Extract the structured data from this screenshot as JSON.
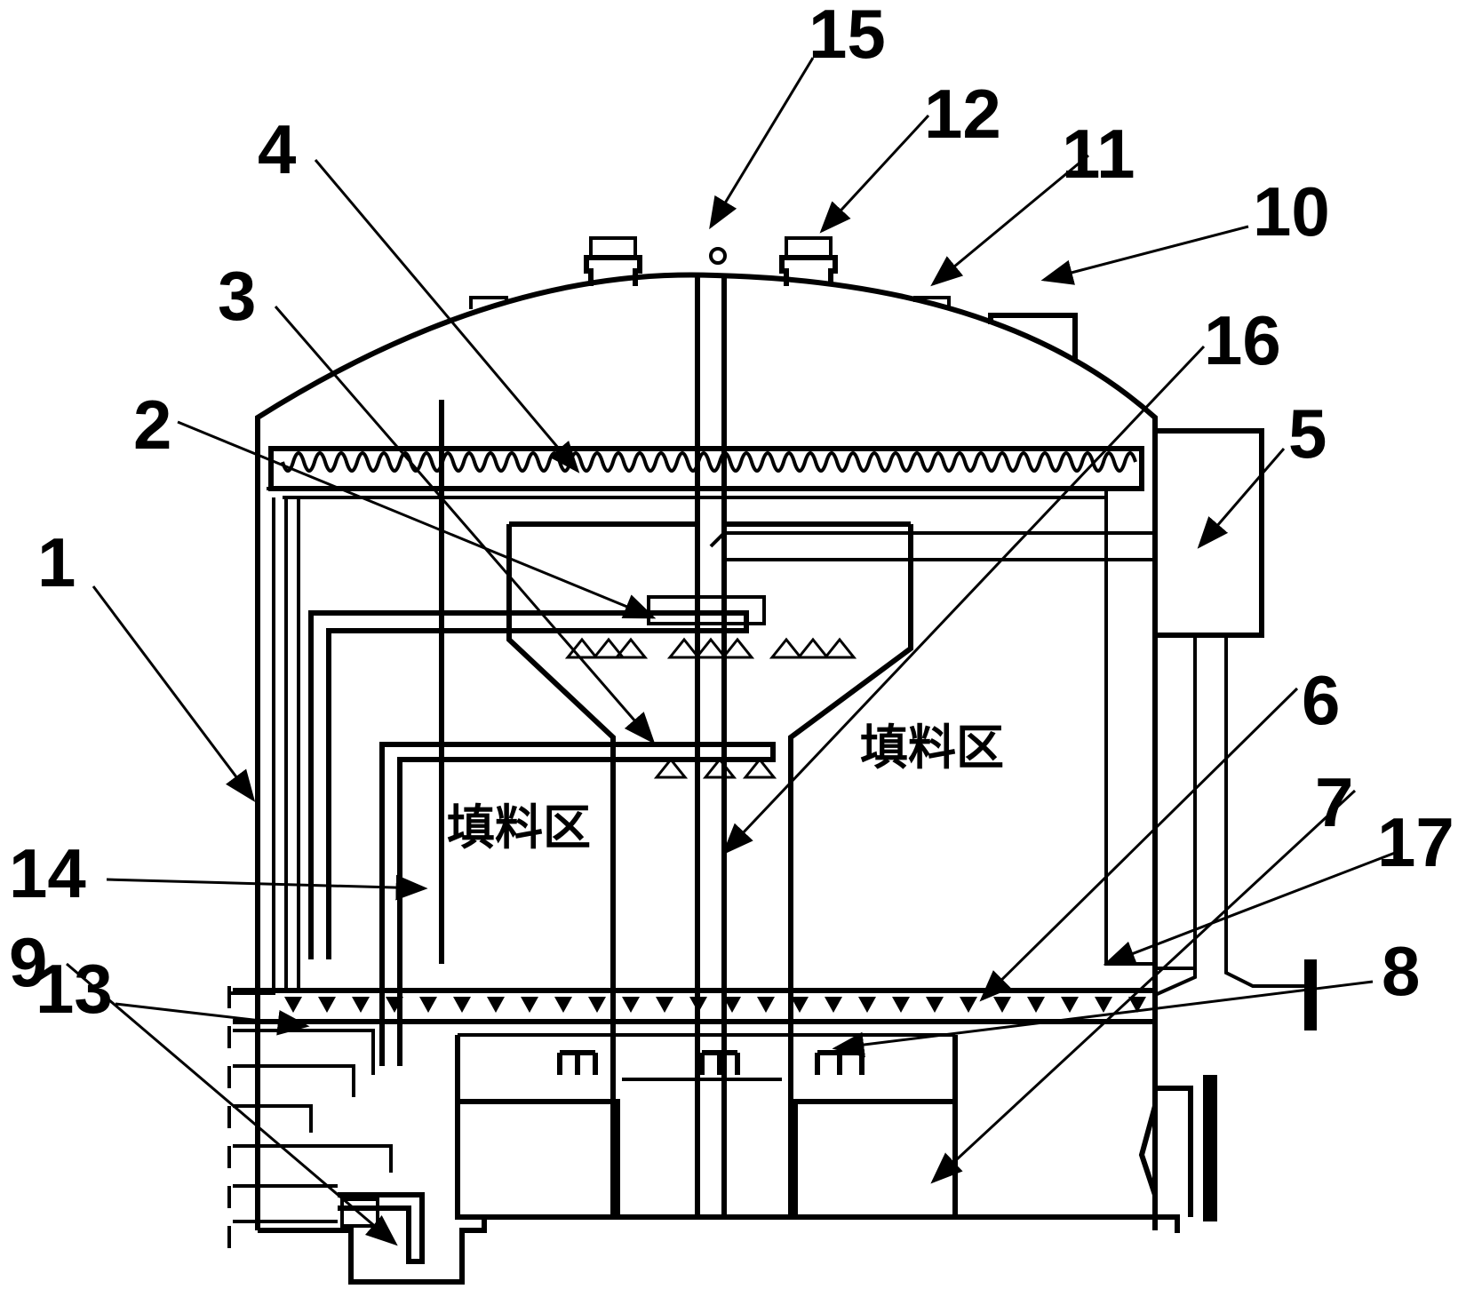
{
  "zone_labels": [
    "填料区",
    "填料区"
  ],
  "part_numbers": [
    "1",
    "2",
    "3",
    "4",
    "5",
    "6",
    "7",
    "8",
    "9",
    "10",
    "11",
    "12",
    "13",
    "14",
    "15",
    "16",
    "17"
  ]
}
